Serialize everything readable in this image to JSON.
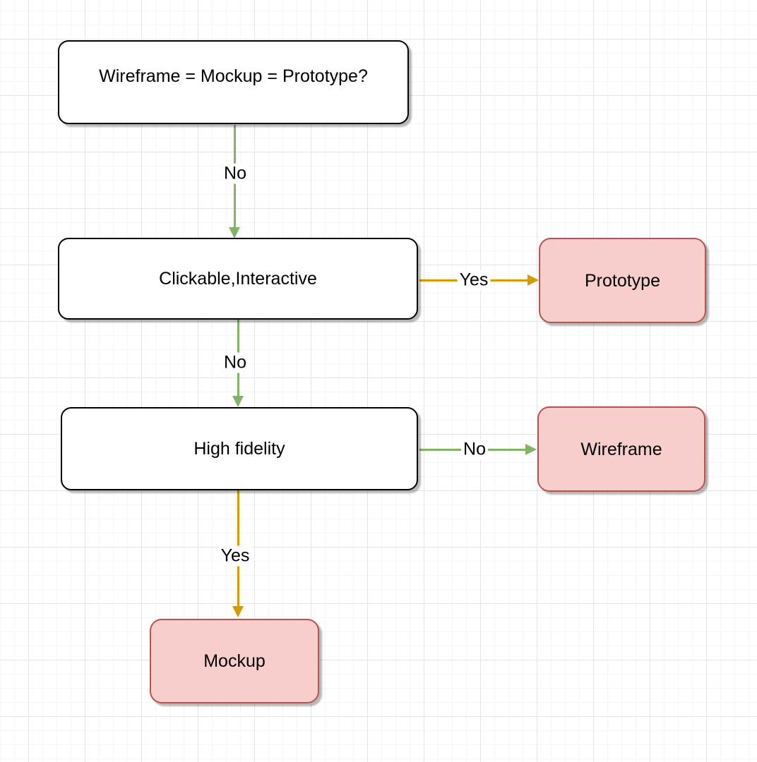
{
  "diagram": {
    "nodes": [
      {
        "id": "q1",
        "label": "Wireframe = Mockup = Prototype?",
        "type": "question"
      },
      {
        "id": "q2",
        "label": "Clickable,Interactive",
        "type": "question"
      },
      {
        "id": "q3",
        "label": "High fidelity",
        "type": "question"
      },
      {
        "id": "prototype",
        "label": "Prototype",
        "type": "result"
      },
      {
        "id": "wireframe",
        "label": "Wireframe",
        "type": "result"
      },
      {
        "id": "mockup",
        "label": "Mockup",
        "type": "result"
      }
    ],
    "edges": [
      {
        "from": "q1",
        "to": "q2",
        "label": "No",
        "color": "#82b366"
      },
      {
        "from": "q2",
        "to": "prototype",
        "label": "Yes",
        "color": "#d79b00"
      },
      {
        "from": "q2",
        "to": "q3",
        "label": "No",
        "color": "#82b366"
      },
      {
        "from": "q3",
        "to": "wireframe",
        "label": "No",
        "color": "#82b366"
      },
      {
        "from": "q3",
        "to": "mockup",
        "label": "Yes",
        "color": "#d79b00"
      }
    ],
    "colors": {
      "question_fill": "#ffffff",
      "question_stroke": "#000000",
      "result_fill": "#f8cecc",
      "result_stroke": "#b85450",
      "edge_no": "#82b366",
      "edge_yes": "#d79b00",
      "grid_major": "#e4e4e4",
      "grid_minor": "#f5f5f5"
    }
  }
}
